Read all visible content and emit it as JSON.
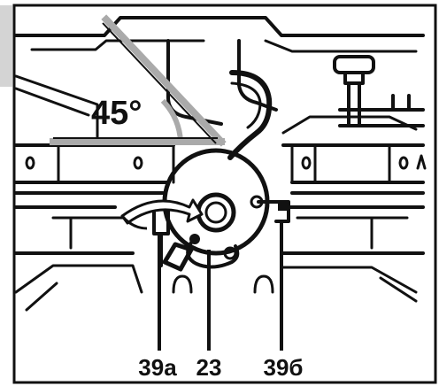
{
  "angle_label": "45°",
  "callouts": [
    {
      "id": "39a",
      "label": "39a"
    },
    {
      "id": "23",
      "label": "23"
    },
    {
      "id": "39b",
      "label": "39б"
    }
  ]
}
